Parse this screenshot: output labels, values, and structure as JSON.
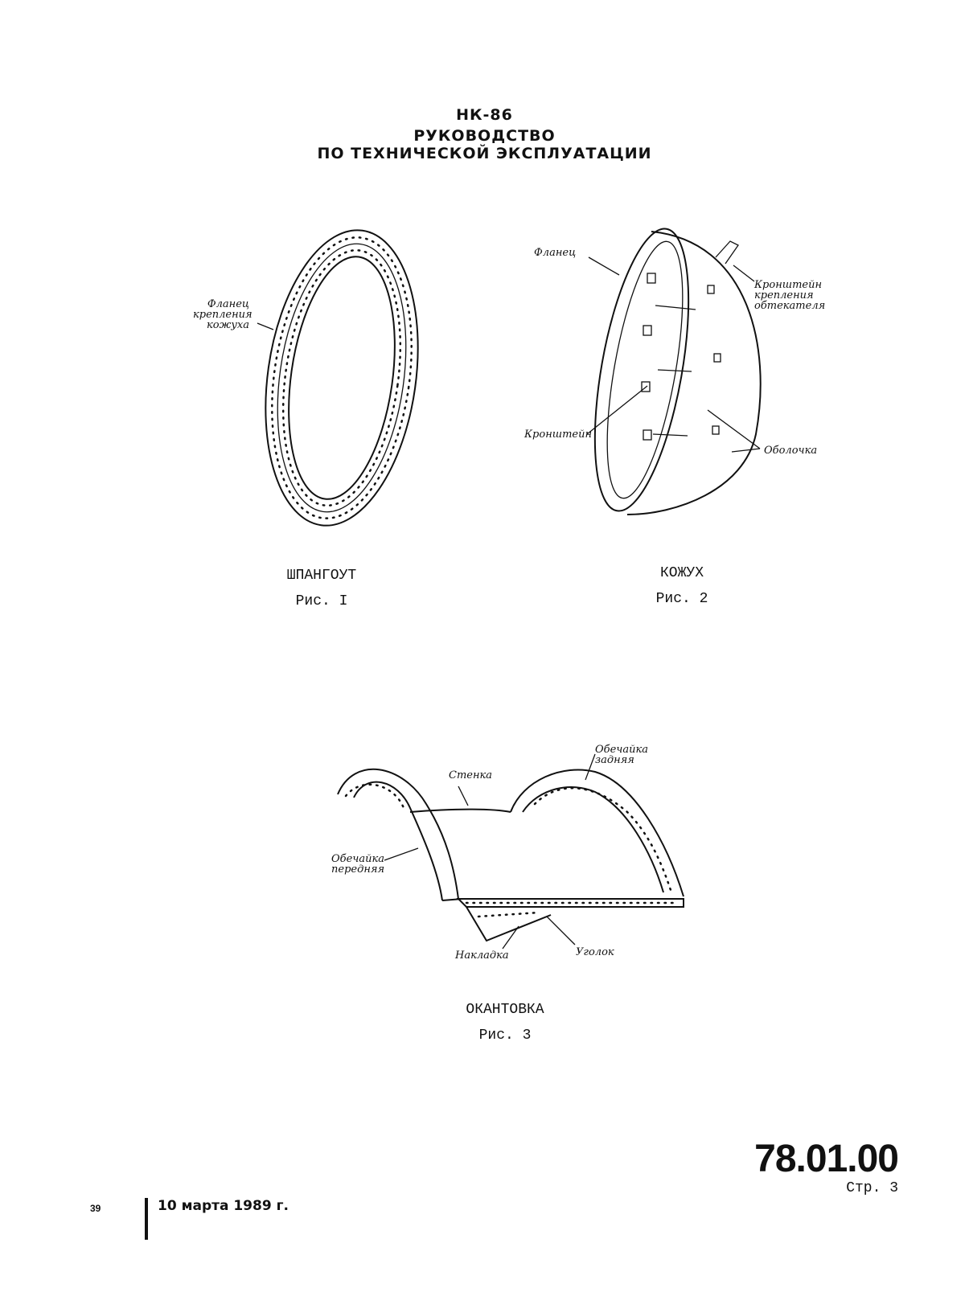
{
  "header": {
    "line1": "НК-86",
    "line2": "РУКОВОДСТВО",
    "line3": "ПО ТЕХНИЧЕСКОЙ ЭКСПЛУАТАЦИИ"
  },
  "figure1": {
    "callout": [
      "Фланец",
      "крепления",
      "кожуха"
    ],
    "title": "ШПАНГОУТ",
    "caption": "Рис. I"
  },
  "figure2": {
    "callout_flange": "Фланец",
    "callout_bracket_mount": [
      "Кронштейн",
      "крепления",
      "обтекателя"
    ],
    "callout_bracket": "Кронштейн",
    "callout_shell": "Оболочка",
    "title": "КОЖУХ",
    "caption": "Рис. 2"
  },
  "figure3": {
    "callout_wall": "Стенка",
    "callout_rear_shell": [
      "Обечайка",
      "задняя"
    ],
    "callout_front_shell": [
      "Обечайка",
      "передняя"
    ],
    "callout_overlay": "Накладка",
    "callout_angle": "Уголок",
    "title": "ОКАНТОВКА",
    "caption": "Рис. 3"
  },
  "footer": {
    "doc_number": "78.01.00",
    "page": "Стр. 3",
    "sheet": "39",
    "date": "10 марта 1989 г."
  }
}
